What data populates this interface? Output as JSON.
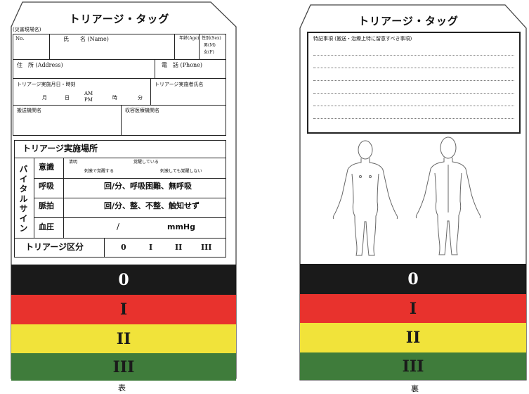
{
  "colors": {
    "black": "#1a1a1a",
    "red": "#e8322d",
    "yellow": "#f1e33a",
    "green": "#3f7c3b"
  },
  "front": {
    "title": "トリアージ・タッグ",
    "disaster_site": "(災害現場名)",
    "no": "No.",
    "name": "氏　　名 (Name)",
    "age": "年齢(Age)",
    "sex": "性別(Sex)",
    "sex_m": "男(M)",
    "sex_f": "女(F)",
    "address": "住　所 (Address)",
    "phone": "電　話 (Phone)",
    "datetime_label": "トリアージ実施月日・時刻",
    "month": "月",
    "day": "日",
    "am": "AM",
    "pm": "PM",
    "hour": "時",
    "minute": "分",
    "performer": "トリアージ実施者氏名",
    "transport": "搬送機関名",
    "hospital": "収容医療機関名",
    "location": "トリアージ実施場所",
    "vital_signs": "バイタルサイン",
    "consciousness": "意識",
    "c_clear": "清明",
    "c_awake": "覚醒している",
    "c_stim": "刺激で覚醒する",
    "c_nostim": "刺激しても覚醒しない",
    "breathing": "呼吸",
    "breathing_value": "回/分、呼吸困難、無呼吸",
    "pulse": "脈拍",
    "pulse_value": "回/分、整、不整、触知せず",
    "bp": "血圧",
    "bp_slash": "/",
    "bp_unit": "mmHg",
    "category": "トリアージ区分",
    "cat0": "0",
    "cat1": "I",
    "cat2": "II",
    "cat3": "III",
    "caption": "表"
  },
  "back": {
    "title": "トリアージ・タッグ",
    "notes": "特記事項 (搬送・治療上特に留意すべき事項)",
    "caption": "裏"
  },
  "bands": [
    "0",
    "I",
    "II",
    "III"
  ]
}
